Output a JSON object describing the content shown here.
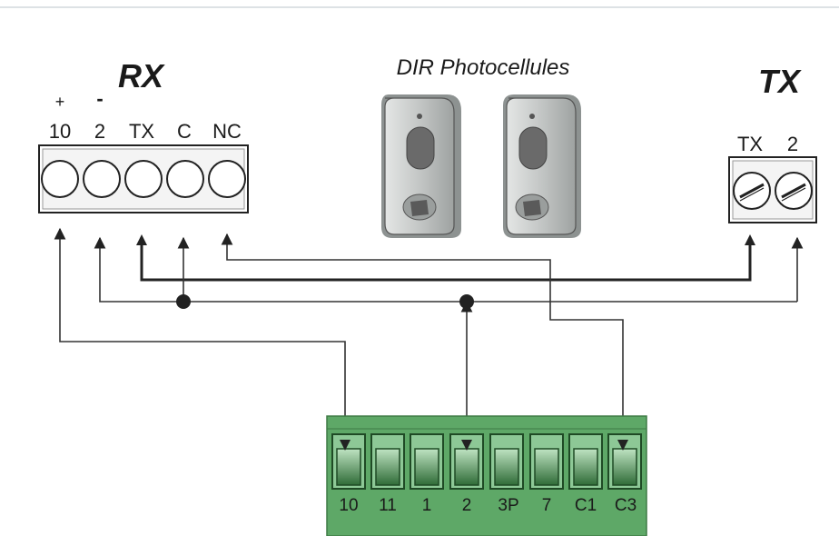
{
  "title": "DIR Photocellules",
  "rx": {
    "title": "RX",
    "polarity": [
      "+",
      "-"
    ],
    "terminals": [
      "10",
      "2",
      "TX",
      "C",
      "NC"
    ]
  },
  "tx": {
    "title": "TX",
    "terminals": [
      "TX",
      "2"
    ]
  },
  "board": {
    "terminals": [
      "10",
      "11",
      "1",
      "2",
      "3P",
      "7",
      "C1",
      "C3"
    ]
  },
  "colors": {
    "board_fill": "#5ea867",
    "board_dark": "#3e7a45",
    "device_body": "#c4c7c6",
    "device_lens": "#6a6a6a",
    "wire": "#333333"
  }
}
